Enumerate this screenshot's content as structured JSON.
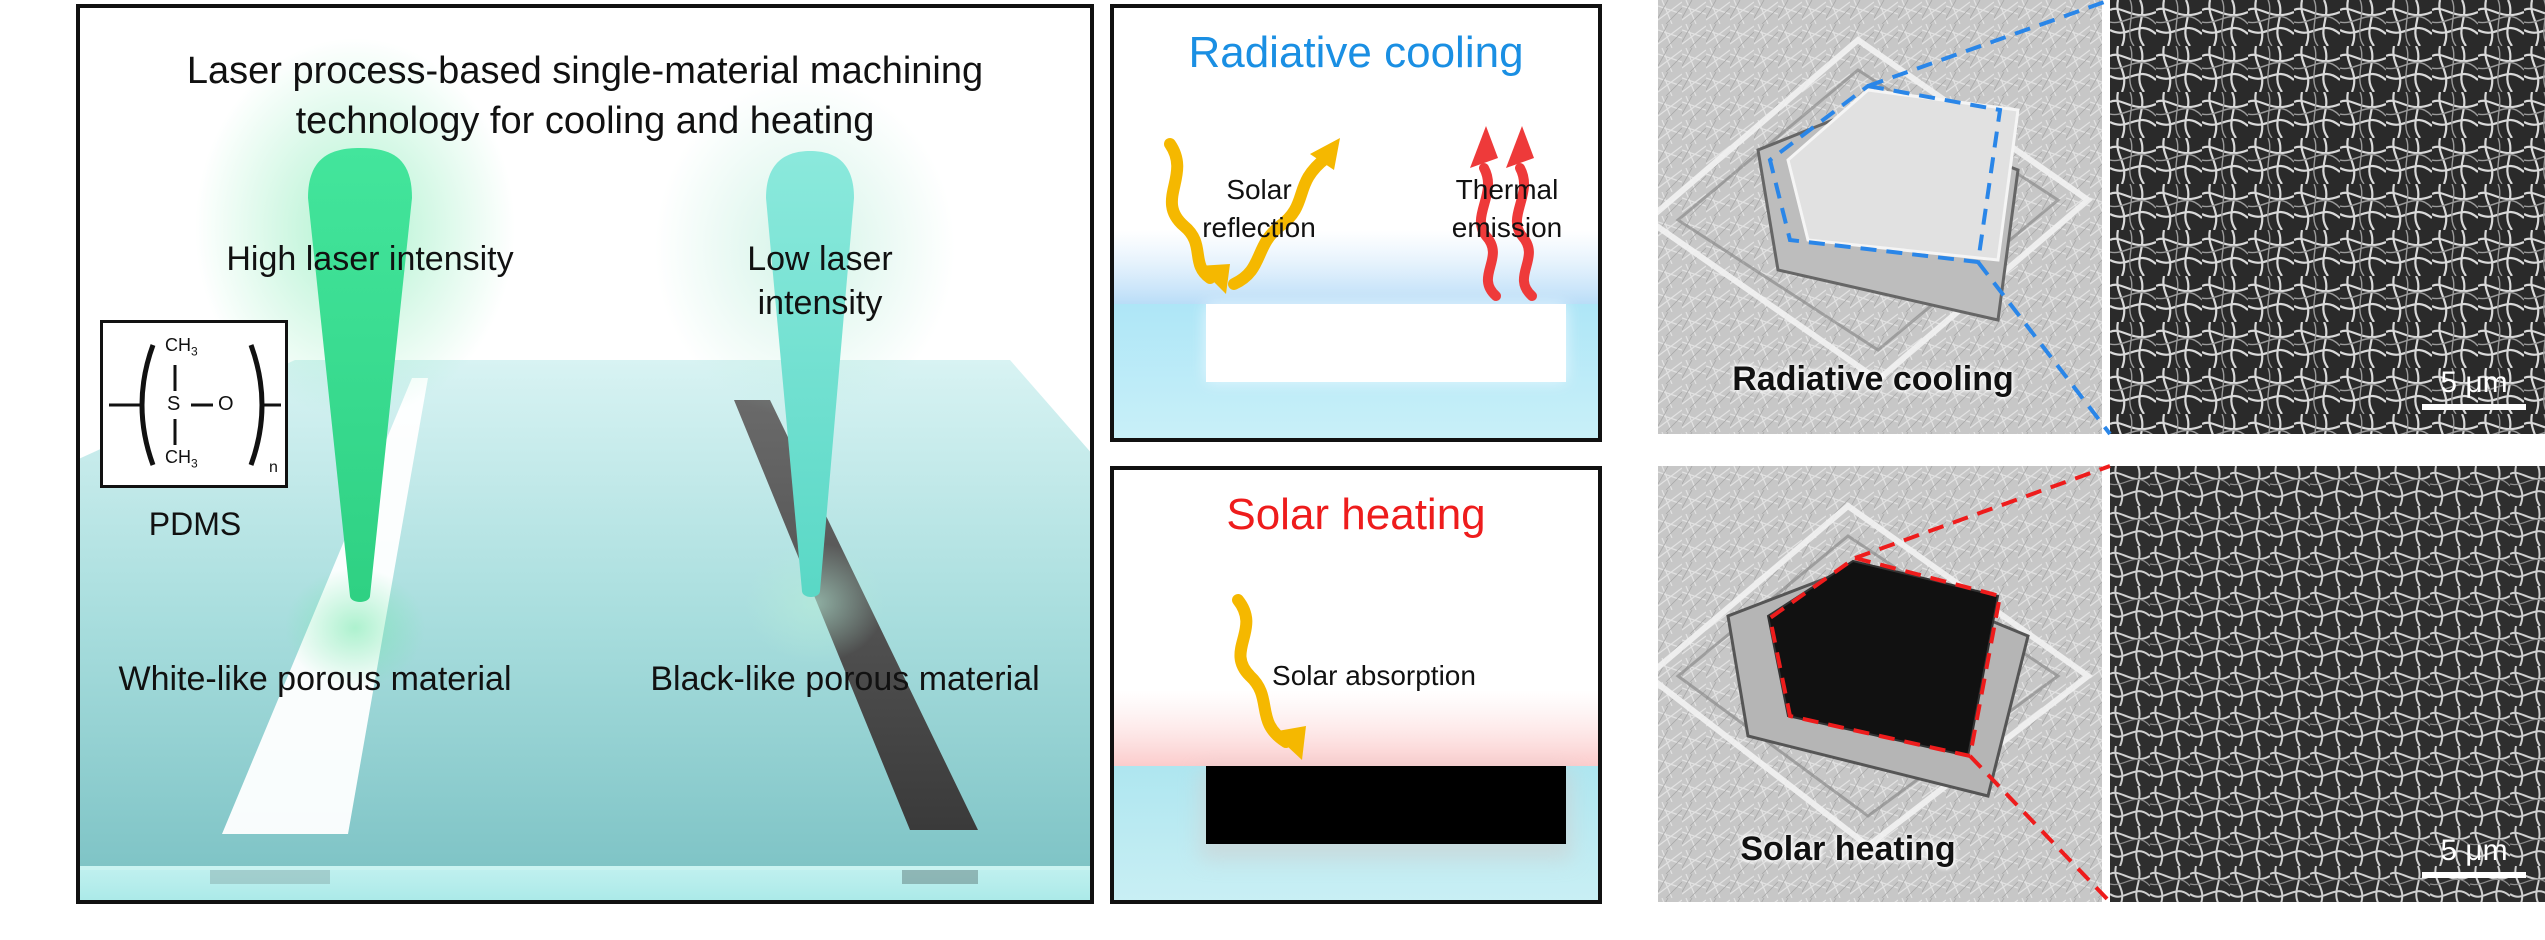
{
  "main_panel": {
    "title_line1": "Laser process-based single-material machining",
    "title_line2": "technology for cooling and heating",
    "beam_left_label": "High laser intensity",
    "beam_right_label_line1": "Low laser",
    "beam_right_label_line2": "intensity",
    "material_left_label": "White-like porous material",
    "material_right_label": "Black-like porous material",
    "pdms_label": "PDMS",
    "formula": {
      "ch3": "CH",
      "sub3": "3",
      "si": "S",
      "o": "O",
      "n": "n"
    }
  },
  "cooling_panel": {
    "title": "Radiative cooling",
    "solar_label_line1": "Solar",
    "solar_label_line2": "reflection",
    "thermal_label_line1": "Thermal",
    "thermal_label_line2": "emission",
    "title_color": "#1a8fe3"
  },
  "heating_panel": {
    "title": "Solar heating",
    "absorption_label": "Solar absorption",
    "title_color": "#ee1c1c"
  },
  "photos": {
    "cooling_caption": "Radiative cooling",
    "heating_caption": "Solar heating",
    "scale_bar_top": "5 μm",
    "scale_bar_bottom": "5 μm"
  },
  "colors": {
    "laser_high": "#3ee59a",
    "laser_low": "#7fe8d8",
    "substrate": "#9fd8d8",
    "arrow_solar": "#f5b800",
    "arrow_thermal": "#ee3a3a",
    "dash_blue": "#2a86e8",
    "dash_red": "#ee1c1c"
  }
}
